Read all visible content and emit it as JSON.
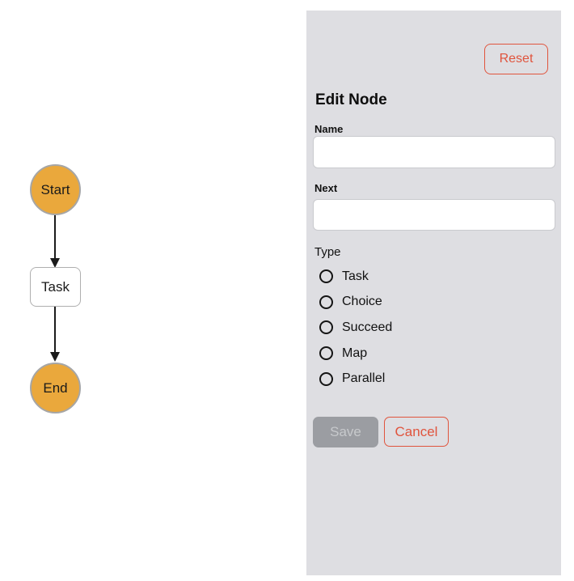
{
  "diagram": {
    "nodes": [
      {
        "label": "Start",
        "shape": "circle"
      },
      {
        "label": "Task",
        "shape": "rounded-rect"
      },
      {
        "label": "End",
        "shape": "circle"
      }
    ],
    "edges": [
      {
        "from": "Start",
        "to": "Task"
      },
      {
        "from": "Task",
        "to": "End"
      }
    ]
  },
  "panel": {
    "reset_label": "Reset",
    "title": "Edit Node",
    "fields": [
      {
        "label": "Name",
        "value": ""
      },
      {
        "label": "Next",
        "value": ""
      }
    ],
    "type_group": {
      "label": "Type",
      "options": [
        "Task",
        "Choice",
        "Succeed",
        "Map",
        "Parallel"
      ],
      "selected": null
    },
    "save_label": "Save",
    "save_disabled": true,
    "cancel_label": "Cancel"
  },
  "colors": {
    "panel_bg": "#DEDEE2",
    "accent_red": "#E0543D",
    "node_orange": "#EAA83C",
    "node_border": "#A6A6A6",
    "save_disabled_bg": "#9B9DA2",
    "save_disabled_text": "#C7C9CC",
    "edge_black": "#1b1b1b"
  }
}
